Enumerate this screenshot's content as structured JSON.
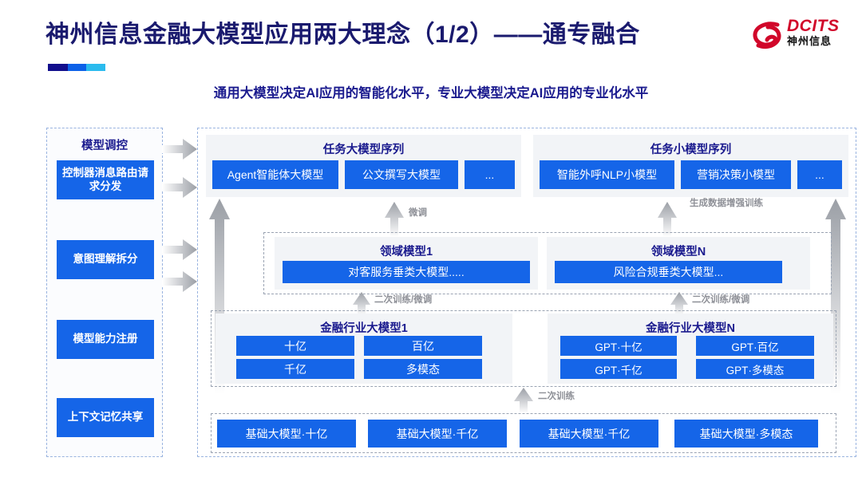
{
  "header": {
    "title": "神州信息金融大模型应用两大理念（1/2）——通专融合",
    "subtitle": "通用大模型决定AI应用的智能化水平，专业大模型决定AI应用的专业化水平",
    "accent_colors": [
      "#120e8c",
      "#0c61e8",
      "#2bbbee"
    ],
    "logo": {
      "en": "DCITS",
      "cn": "神州信息",
      "color": "#d1072a"
    }
  },
  "theme": {
    "blue": "#1565e8",
    "title_navy": "#1a1a6e",
    "panel_gray": "#f2f4f7",
    "dashed_blue": "#9ab4e0",
    "arrow_gray": "#b8bcc4"
  },
  "control_column": {
    "title": "模型调控",
    "items": [
      {
        "label": "控制器消息路由请求分发"
      },
      {
        "label": "意图理解拆分"
      },
      {
        "label": "模型能力注册"
      },
      {
        "label": "上下文记忆共享"
      }
    ]
  },
  "task_layer": {
    "left": {
      "title": "任务大模型序列",
      "items": [
        "Agent智能体大模型",
        "公文撰写大模型",
        "..."
      ]
    },
    "right": {
      "title": "任务小模型序列",
      "items": [
        "智能外呼NLP小模型",
        "营销决策小模型",
        "..."
      ]
    }
  },
  "domain_layer": {
    "left": {
      "title": "领域模型1",
      "items": [
        "对客服务垂类大模型....."
      ]
    },
    "right": {
      "title": "领域模型N",
      "items": [
        "风险合规垂类大模型..."
      ]
    }
  },
  "industry_layer": {
    "left": {
      "title": "金融行业大模型1",
      "items": [
        "十亿",
        "百亿",
        "千亿",
        "多模态"
      ]
    },
    "right": {
      "title": "金融行业大模型N",
      "items": [
        "GPT·十亿",
        "GPT·百亿",
        "GPT·千亿",
        "GPT·多模态"
      ]
    }
  },
  "base_layer": {
    "items": [
      "基础大模型·十亿",
      "基础大模型·千亿",
      "基础大模型·千亿",
      "基础大模型·多模态"
    ]
  },
  "arrow_labels": {
    "fine_tune": "微调",
    "gen_data_aug": "生成数据增强训练",
    "second_train_fine_tune_left": "二次训练/微调",
    "second_train_fine_tune_right": "二次训练/微调",
    "second_train": "二次训练"
  }
}
